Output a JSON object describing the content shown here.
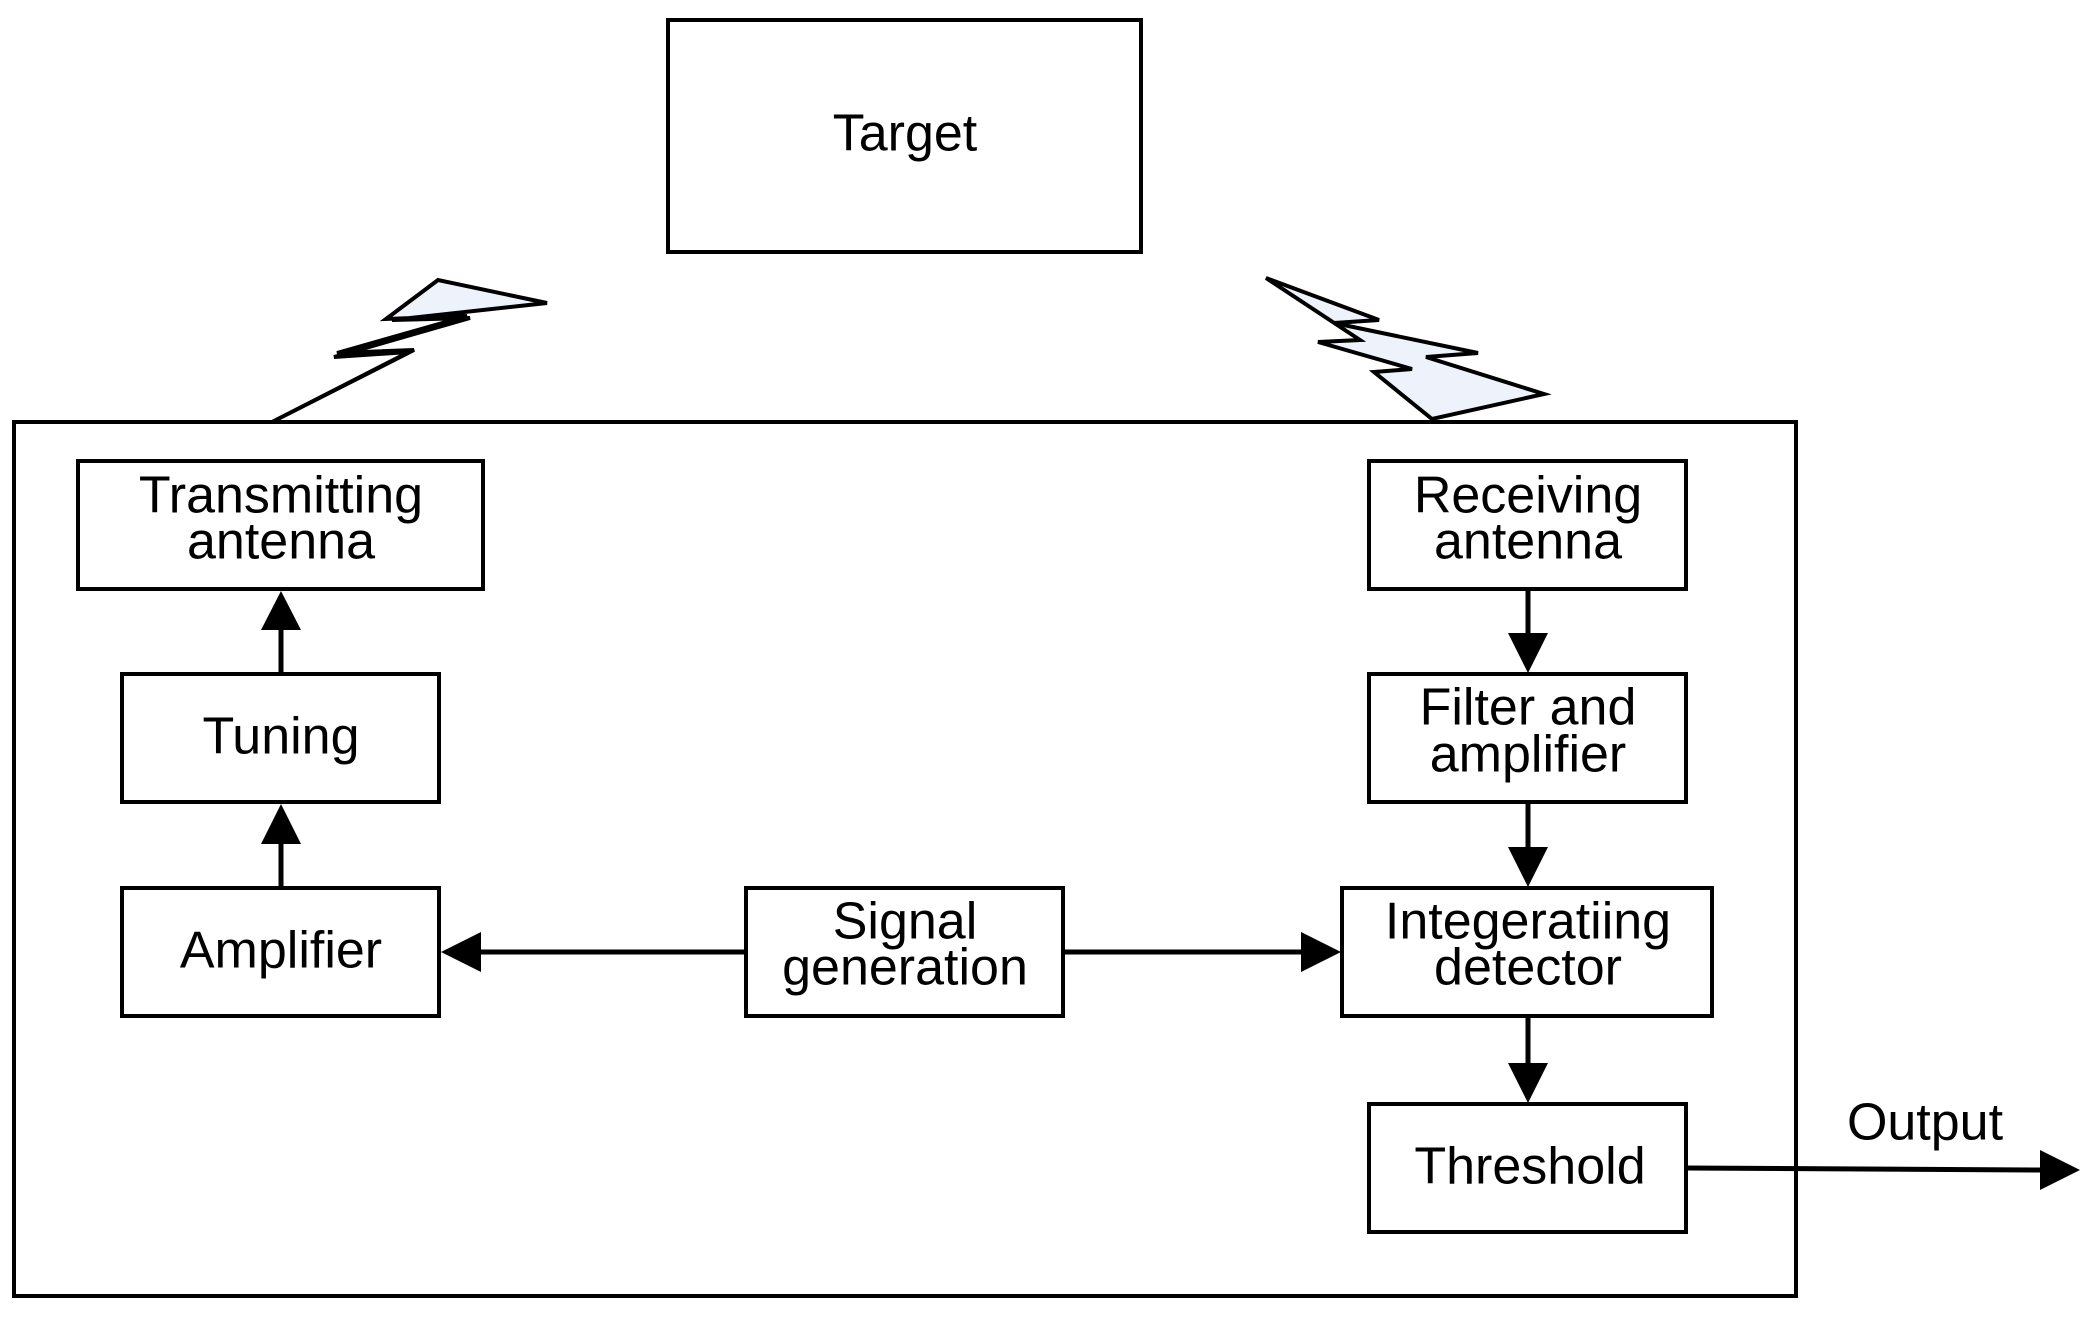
{
  "diagram": {
    "target": "Target",
    "transmitting_antenna": [
      "Transmitting",
      "antenna"
    ],
    "tuning": "Tuning",
    "amplifier": "Amplifier",
    "signal_generation": [
      "Signal",
      "generation"
    ],
    "receiving_antenna": [
      "Receiving",
      "antenna"
    ],
    "filter_amplifier": [
      "Filter and",
      "amplifier"
    ],
    "integrating_detector": [
      "Integeratiing",
      "detector"
    ],
    "threshold": "Threshold",
    "output": "Output"
  }
}
